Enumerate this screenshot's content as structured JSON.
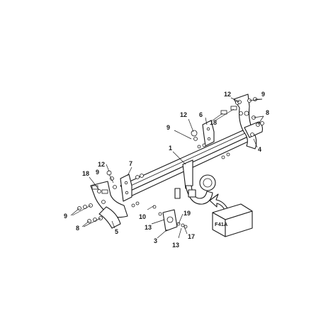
{
  "diagram": {
    "box_label": "F41A",
    "callouts": {
      "c1": "1",
      "c3": "3",
      "c4": "4",
      "c5": "5",
      "c6": "6",
      "c7": "7",
      "c8_left": "8",
      "c8_right": "8",
      "c9_left": "9",
      "c9_midleft": "9",
      "c9_mid": "9",
      "c9_right": "9",
      "c10": "10",
      "c12_left": "12",
      "c12_mid": "12",
      "c12_right": "12",
      "c13_left": "13",
      "c13_right": "13",
      "c17": "17",
      "c18_left": "18",
      "c18_right": "18",
      "c19": "19"
    }
  }
}
